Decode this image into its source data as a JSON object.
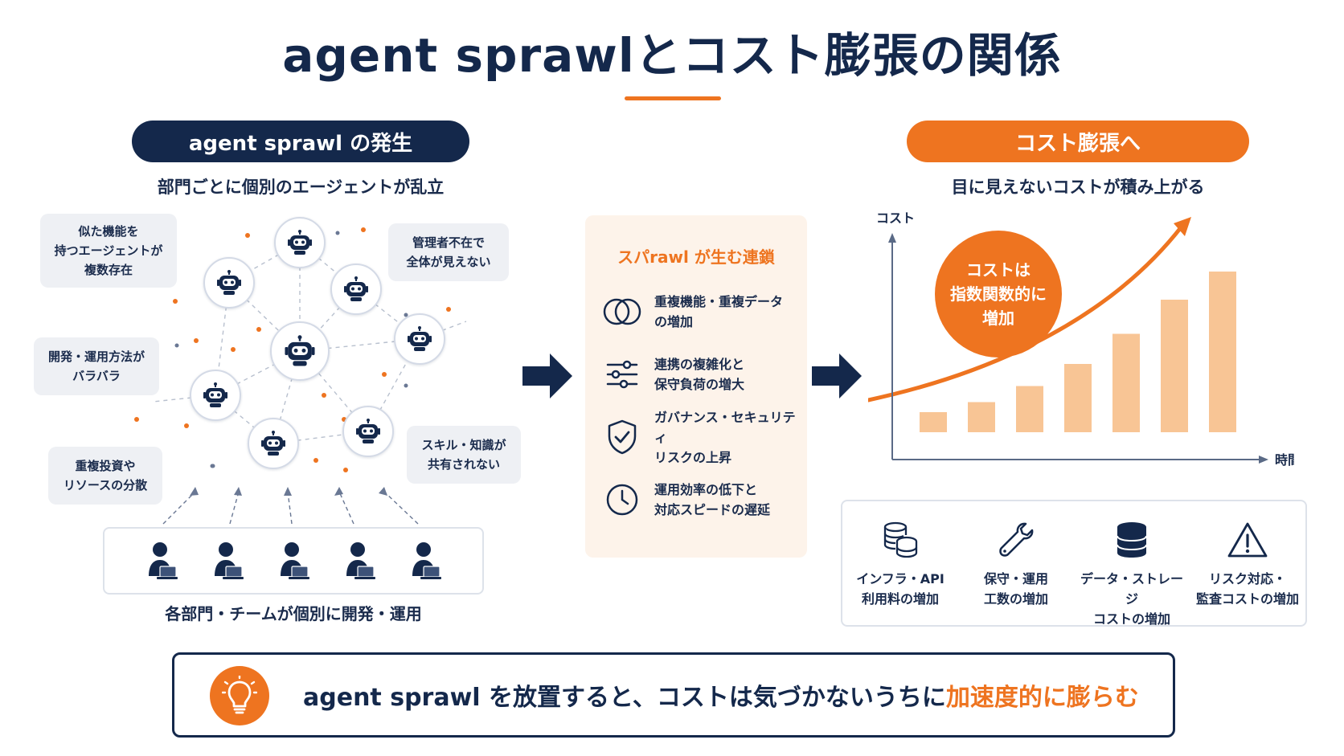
{
  "title": "agent sprawlとコスト膨張の関係",
  "left": {
    "badge": "agent sprawl の発生",
    "subtitle": "部門ごとに個別のエージェントが乱立",
    "bubbles": [
      "似た機能を\n持つエージェントが\n複数存在",
      "管理者不在で\n全体が見えない",
      "開発・運用方法が\nバラバラ",
      "重複投資や\nリソースの分散",
      "スキル・知識が\n共有されない"
    ],
    "caption": "各部門・チームが個別に開発・運用"
  },
  "middle": {
    "title": "スパrawl が生む連鎖",
    "items": [
      {
        "icon": "overlap-circles-icon",
        "text": "重複機能・重複データ\nの増加"
      },
      {
        "icon": "sliders-icon",
        "text": "連携の複雑化と\n保守負荷の増大"
      },
      {
        "icon": "shield-check-icon",
        "text": "ガバナンス・セキュリティ\nリスクの上昇"
      },
      {
        "icon": "clock-icon",
        "text": "運用効率の低下と\n対応スピードの遅延"
      }
    ]
  },
  "right": {
    "badge": "コスト膨張へ",
    "subtitle": "目に見えないコストが積み上がる",
    "circle": "コストは\n指数関数的に\n増加",
    "costs": [
      {
        "icon": "coins-stack-icon",
        "text": "インフラ・API\n利用料の増加"
      },
      {
        "icon": "wrench-icon",
        "text": "保守・運用\n工数の増加"
      },
      {
        "icon": "database-icon",
        "text": "データ・ストレージ\nコストの増加"
      },
      {
        "icon": "warning-icon",
        "text": "リスク対応・\n監査コストの増加"
      }
    ]
  },
  "chart_data": {
    "type": "bar",
    "xlabel": "時間",
    "ylabel": "コスト",
    "values": [
      1,
      1.5,
      2.3,
      3.4,
      4.9,
      6.6,
      8.0
    ],
    "trend": "increasing",
    "colors": {
      "bar": "#f8c595",
      "trend": "#ee7420",
      "axis": "#5a6a86"
    }
  },
  "footer": {
    "text_before": "agent sprawl を放置すると、コストは気づかないうちに",
    "text_highlight": "加速度的に膨らむ"
  },
  "colors": {
    "navy": "#14284b",
    "orange": "#ee7420",
    "panel": "#fdf3ea"
  }
}
